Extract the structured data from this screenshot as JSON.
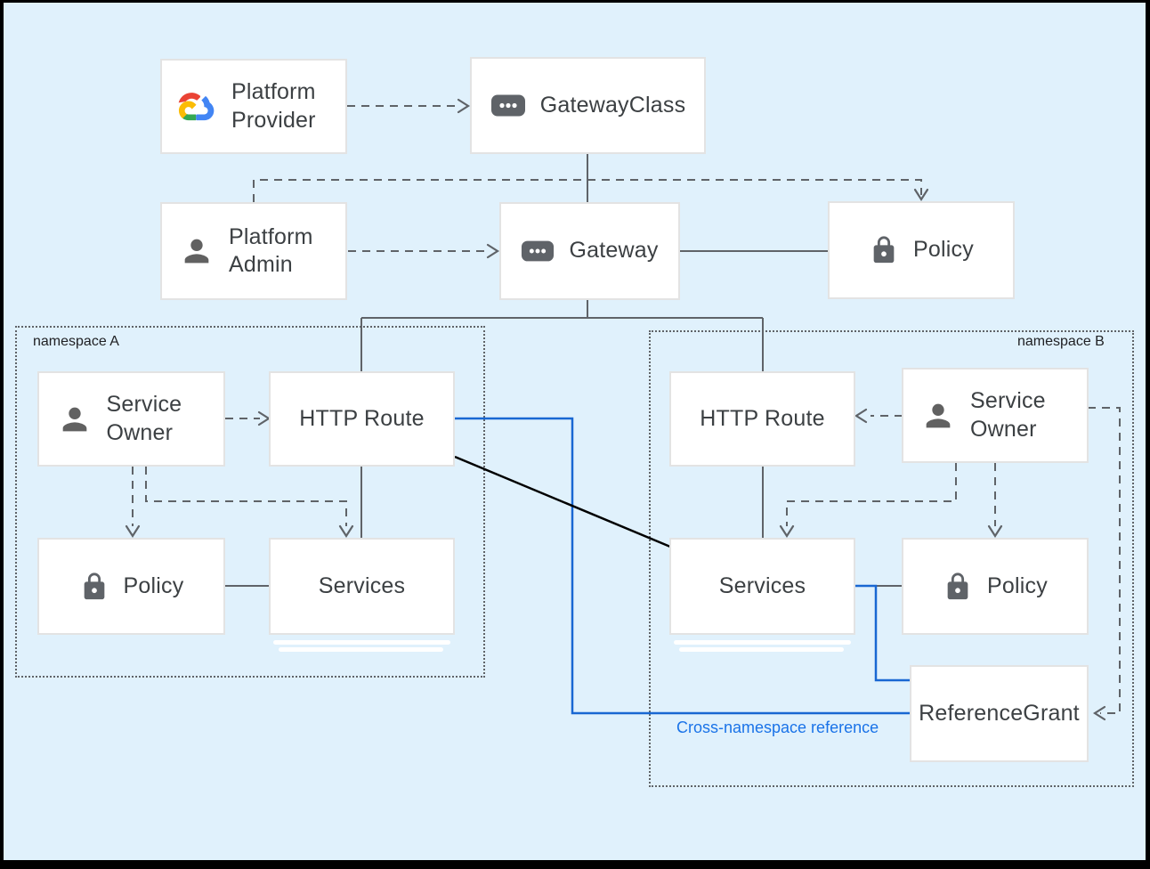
{
  "colors": {
    "background": "#e0f1fc",
    "frame_border": "#000000",
    "line_gray": "#5f6368",
    "line_blue": "#1967d2",
    "line_black": "#000000",
    "annotation_blue": "#1a73e8",
    "node_border": "#e3e3e3",
    "node_text": "#3c4043"
  },
  "namespaces": {
    "a": {
      "label": "namespace A"
    },
    "b": {
      "label": "namespace B"
    }
  },
  "nodes": {
    "platform_provider": {
      "label": "Platform Provider",
      "icon": "google-cloud-icon"
    },
    "gateway_class": {
      "label": "GatewayClass",
      "icon": "resource-chip-icon"
    },
    "platform_admin": {
      "label": "Platform Admin",
      "icon": "person-icon"
    },
    "gateway": {
      "label": "Gateway",
      "icon": "resource-chip-icon"
    },
    "policy_top": {
      "label": "Policy",
      "icon": "lock-icon"
    },
    "a_service_owner": {
      "label": "Service Owner",
      "icon": "person-icon"
    },
    "a_http_route": {
      "label": "HTTP Route"
    },
    "a_policy": {
      "label": "Policy",
      "icon": "lock-icon"
    },
    "a_services": {
      "label": "Services"
    },
    "b_http_route": {
      "label": "HTTP Route"
    },
    "b_service_owner": {
      "label": "Service Owner",
      "icon": "person-icon"
    },
    "b_services": {
      "label": "Services"
    },
    "b_policy": {
      "label": "Policy",
      "icon": "lock-icon"
    },
    "reference_grant": {
      "label": "ReferenceGrant"
    }
  },
  "annotations": {
    "cross_namespace_reference": "Cross-namespace reference"
  }
}
